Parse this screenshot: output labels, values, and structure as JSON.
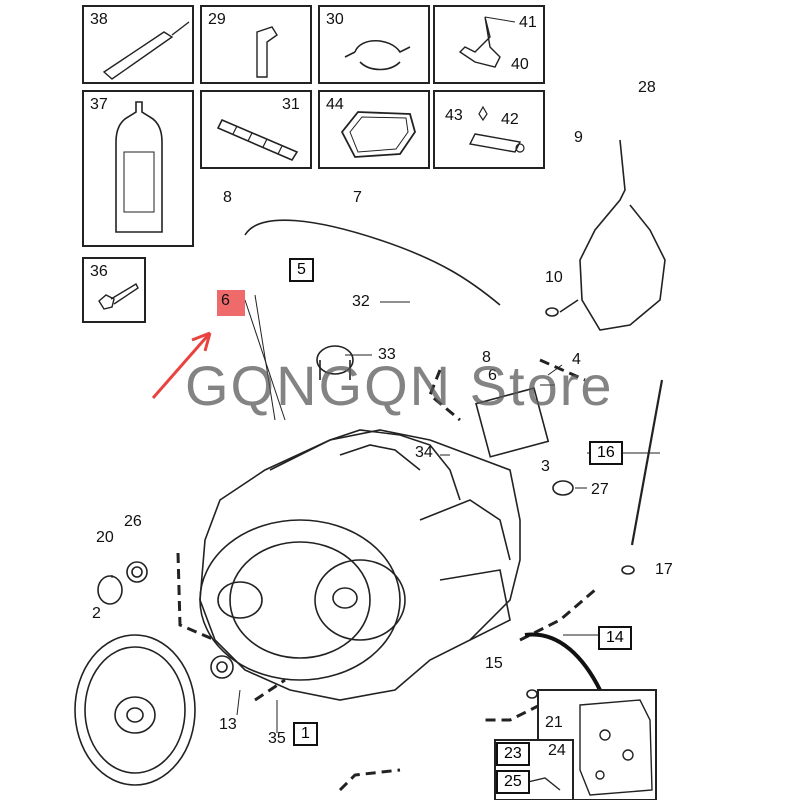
{
  "watermark": "GQNGQN Store",
  "highlighted_part": "6",
  "inset_boxes": [
    {
      "id": "38"
    },
    {
      "id": "29"
    },
    {
      "id": "30"
    },
    {
      "id": "41",
      "extra": "40"
    },
    {
      "id": "37"
    },
    {
      "id": "31"
    },
    {
      "id": "44"
    },
    {
      "id": "43",
      "extra": "42"
    },
    {
      "id": "36"
    }
  ],
  "labels": {
    "l8a": "8",
    "l7": "7",
    "l5": "5",
    "l32": "32",
    "l33": "33",
    "l28": "28",
    "l9": "9",
    "l10": "10",
    "l8b": "8",
    "l6b": "6",
    "l4": "4",
    "l34": "34",
    "l3": "3",
    "l16": "16",
    "l27": "27",
    "l20": "20",
    "l26": "26",
    "l2": "2",
    "l17": "17",
    "l14": "14",
    "l15": "15",
    "l13": "13",
    "l35": "35",
    "l1": "1",
    "l21": "21",
    "l23": "23",
    "l24": "24",
    "l25": "25"
  }
}
